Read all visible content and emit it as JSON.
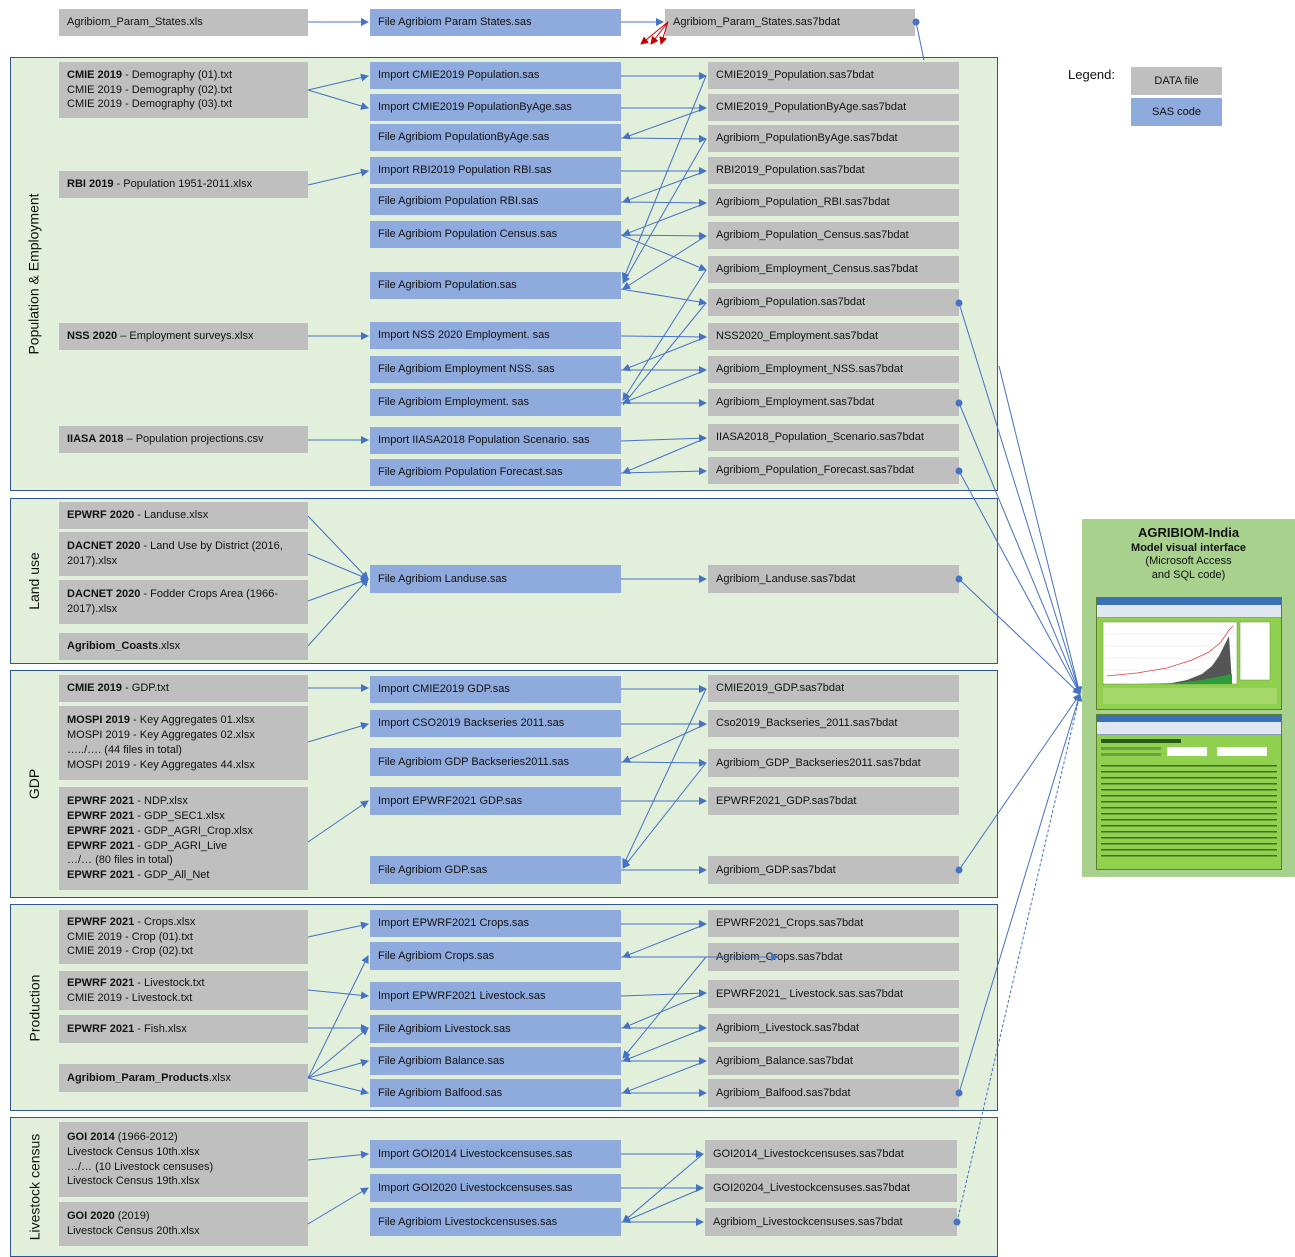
{
  "top": {
    "param_states_xls": "Agribiom_Param_States.xls",
    "param_states_sas": "File Agribiom Param States.sas",
    "param_states_out": "Agribiom_Param_States.sas7bdat"
  },
  "legend": {
    "label": "Legend:",
    "data_file": "DATA file",
    "sas_code": "SAS code"
  },
  "sections": {
    "population": {
      "label": "Population & Employment",
      "sources": [
        {
          "lines": [
            {
              "bold": "CMIE 2019",
              "text": " - Demography (01).txt"
            },
            {
              "bold": "",
              "text": "CMIE 2019 - Demography (02).txt"
            },
            {
              "bold": "",
              "text": "CMIE 2019 - Demography (03).txt"
            }
          ]
        },
        {
          "lines": [
            {
              "bold": "RBI 2019",
              "text": " - Population 1951-2011.xlsx"
            }
          ]
        },
        {
          "lines": [
            {
              "bold": "NSS 2020",
              "text": " – Employment surveys.xlsx"
            }
          ]
        },
        {
          "lines": [
            {
              "bold": "IIASA 2018",
              "text": " – Population projections.csv"
            }
          ]
        }
      ],
      "code": [
        "Import CMIE2019 Population.sas",
        "Import CMIE2019 PopulationByAge.sas",
        "File Agribiom PopulationByAge.sas",
        "Import RBI2019 Population RBI.sas",
        "File Agribiom Population RBI.sas",
        "File Agribiom Population Census.sas",
        "File Agribiom Population.sas",
        "Import NSS 2020 Employment. sas",
        "File Agribiom Employment NSS. sas",
        "File Agribiom Employment. sas",
        "Import IIASA2018 Population Scenario. sas",
        "File Agribiom Population Forecast.sas"
      ],
      "outputs": [
        "CMIE2019_Population.sas7bdat",
        "CMIE2019_PopulationByAge.sas7bdat",
        "Agribiom_PopulationByAge.sas7bdat",
        "RBI2019_Population.sas7bdat",
        "Agribiom_Population_RBI.sas7bdat",
        "Agribiom_Population_Census.sas7bdat",
        "Agribiom_Employment_Census.sas7bdat",
        "Agribiom_Population.sas7bdat",
        "NSS2020_Employment.sas7bdat",
        "Agribiom_Employment_NSS.sas7bdat",
        "Agribiom_Employment.sas7bdat",
        "IIASA2018_Population_Scenario.sas7bdat",
        "Agribiom_Population_Forecast.sas7bdat"
      ]
    },
    "landuse": {
      "label": "Land use",
      "sources": [
        {
          "lines": [
            {
              "bold": "EPWRF 2020",
              "text": " -  Landuse.xlsx"
            }
          ]
        },
        {
          "lines": [
            {
              "bold": "DACNET 2020",
              "text": " -  Land Use by District (2016,"
            },
            {
              "bold": "",
              "text": "2017).xlsx"
            }
          ]
        },
        {
          "lines": [
            {
              "bold": "DACNET 2020",
              "text": " -  Fodder Crops Area (1966-"
            },
            {
              "bold": "",
              "text": "2017).xlsx"
            }
          ]
        },
        {
          "lines": [
            {
              "bold": "Agribiom_Coasts",
              "text": ".xlsx"
            }
          ]
        }
      ],
      "code": [
        "File Agribiom Landuse.sas"
      ],
      "outputs": [
        "Agribiom_Landuse.sas7bdat"
      ]
    },
    "gdp": {
      "label": "GDP",
      "sources": [
        {
          "lines": [
            {
              "bold": "CMIE 2019",
              "text": " - GDP.txt"
            }
          ]
        },
        {
          "lines": [
            {
              "bold": "MOSPI 2019",
              "text": " - Key Aggregates 01.xlsx"
            },
            {
              "bold": "",
              "text": "MOSPI 2019 - Key Aggregates 02.xlsx"
            },
            {
              "bold": "",
              "text": "…../…. (44 files in total)"
            },
            {
              "bold": "",
              "text": "MOSPI 2019 - Key Aggregates 44.xlsx"
            }
          ]
        },
        {
          "lines": [
            {
              "bold": "EPWRF 2021",
              "text": " - NDP.xlsx"
            },
            {
              "bold": "EPWRF 2021",
              "text": " - GDP_SEC1.xlsx"
            },
            {
              "bold": "EPWRF 2021",
              "text": " - GDP_AGRI_Crop.xlsx"
            },
            {
              "bold": "EPWRF 2021",
              "text": " - GDP_AGRI_Live"
            },
            {
              "bold": "",
              "text": "…/… (80 files in total)"
            },
            {
              "bold": "EPWRF 2021",
              "text": " - GDP_All_Net"
            }
          ]
        }
      ],
      "code": [
        "Import CMIE2019 GDP.sas",
        "Import CSO2019 Backseries 2011.sas",
        "File Agribiom GDP Backseries2011.sas",
        "Import EPWRF2021 GDP.sas",
        "File Agribiom GDP.sas"
      ],
      "outputs": [
        "CMIE2019_GDP.sas7bdat",
        "Cso2019_Backseries_2011.sas7bdat",
        "Agribiom_GDP_Backseries2011.sas7bdat",
        "EPWRF2021_GDP.sas7bdat",
        "Agribiom_GDP.sas7bdat"
      ]
    },
    "production": {
      "label": "Production",
      "sources": [
        {
          "lines": [
            {
              "bold": "EPWRF 2021",
              "text": " - Crops.xlsx"
            },
            {
              "bold": "",
              "text": "CMIE 2019  - Crop (01).txt"
            },
            {
              "bold": "",
              "text": "CMIE 2019 -  Crop (02).txt"
            }
          ]
        },
        {
          "lines": [
            {
              "bold": "EPWRF 2021",
              "text": " - Livestock.txt"
            },
            {
              "bold": "",
              "text": "CMIE 2019 - Livestock.txt"
            }
          ]
        },
        {
          "lines": [
            {
              "bold": "EPWRF 2021",
              "text": " - Fish.xlsx"
            }
          ]
        },
        {
          "lines": [
            {
              "bold": "Agribiom_Param_Products",
              "text": ".xlsx"
            }
          ]
        }
      ],
      "code": [
        "Import EPWRF2021 Crops.sas",
        "File Agribiom Crops.sas",
        "Import EPWRF2021 Livestock.sas",
        "File Agribiom Livestock.sas",
        "File Agribiom Balance.sas",
        "File Agribiom Balfood.sas"
      ],
      "outputs": [
        "EPWRF2021_Crops.sas7bdat",
        "Agribiom_Crops.sas7bdat",
        "EPWRF2021_ Livestock.sas.sas7bdat",
        "Agribiom_Livestock.sas7bdat",
        "Agribiom_Balance.sas7bdat",
        "Agribiom_Balfood.sas7bdat"
      ]
    },
    "livestock": {
      "label": "Livestock census",
      "sources": [
        {
          "lines": [
            {
              "bold": "GOI 2014",
              "text": "  (1966-2012)"
            },
            {
              "bold": "",
              "text": "Livestock Census 10th.xlsx"
            },
            {
              "bold": "",
              "text": "…/… (10 Livestock censuses)"
            },
            {
              "bold": "",
              "text": "Livestock Census 19th.xlsx"
            }
          ]
        },
        {
          "lines": [
            {
              "bold": "GOI 2020",
              "text": "  (2019)"
            },
            {
              "bold": "",
              "text": "Livestock Census 20th.xlsx"
            }
          ]
        }
      ],
      "code": [
        "Import GOI2014 Livestockcensuses.sas",
        "Import GOI2020 Livestockcensuses.sas",
        "File Agribiom Livestockcensuses.sas"
      ],
      "outputs": [
        "GOI2014_Livestockcensuses.sas7bdat",
        "GOI20204_Livestockcensuses.sas7bdat",
        "Agribiom_Livestockcensuses.sas7bdat"
      ]
    }
  },
  "model": {
    "title": "AGRIBIOM-India",
    "subtitle": "Model visual interface",
    "note_line1": "(Microsoft Access",
    "note_line2": "and SQL code)"
  },
  "colors": {
    "data_file": "#bfbfbf",
    "sas_code": "#8faadc",
    "section_bg": "#e2efda",
    "arrow": "#4472c4",
    "model_bg": "#a9d18e",
    "red_arrow": "#c00000"
  }
}
